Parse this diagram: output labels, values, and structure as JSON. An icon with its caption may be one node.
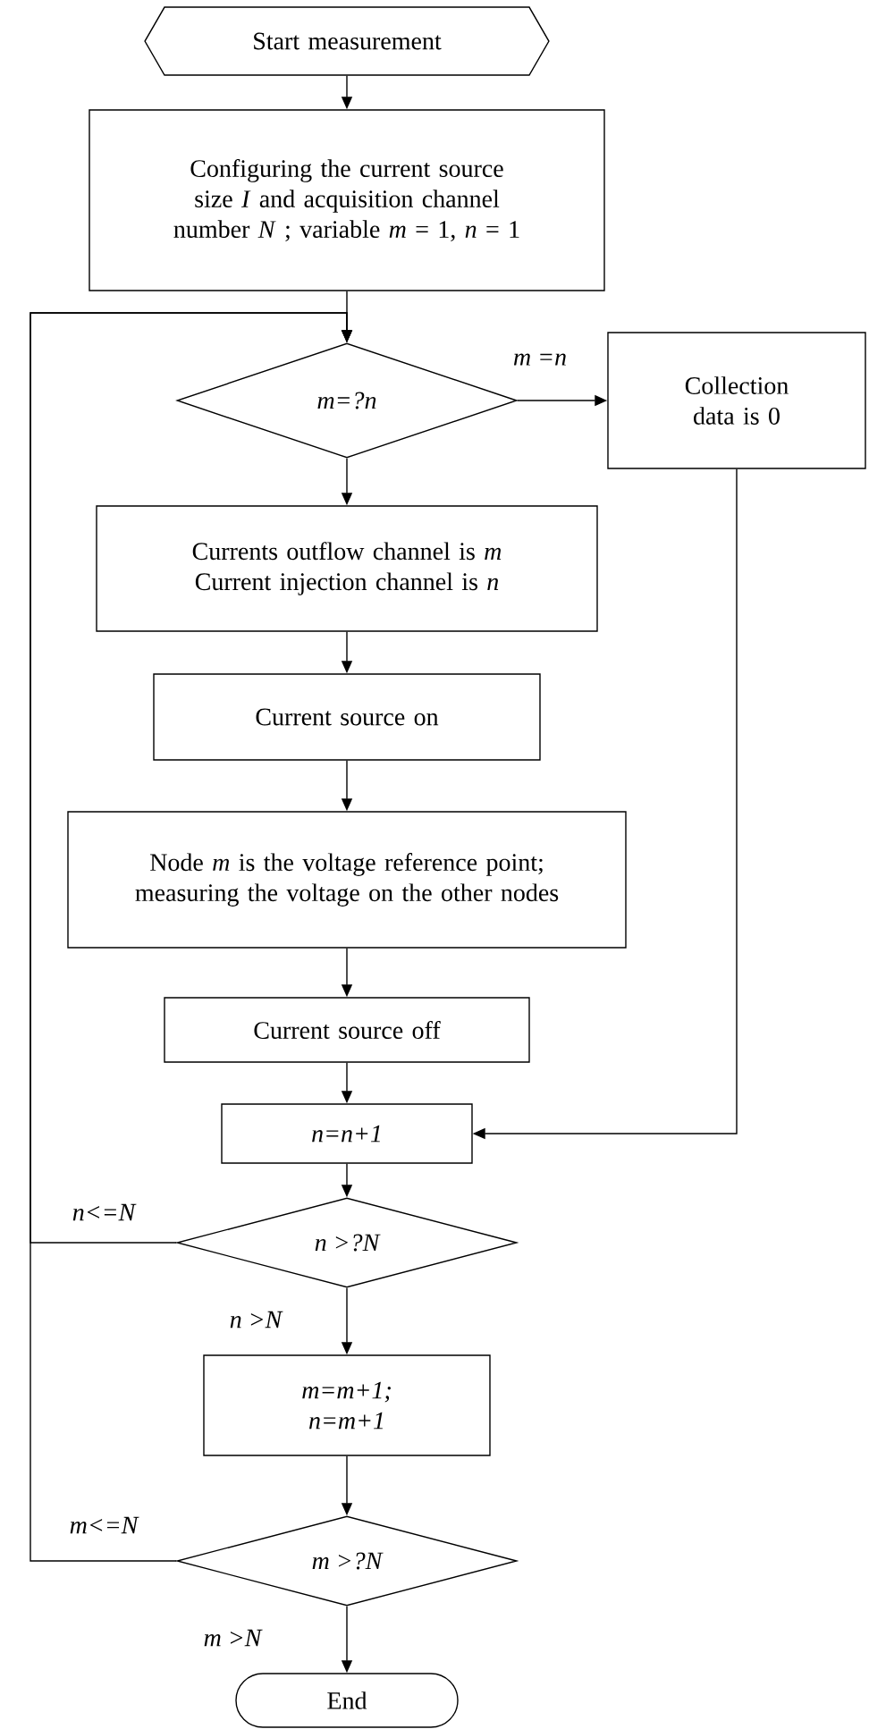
{
  "diagram": {
    "nodes": [
      {
        "text": [
          "Start measurement"
        ]
      },
      {
        "text": [
          "Configuring the current source size *I* and acquisition channel number *N* ; variable *m* = 1, *n* = 1"
        ]
      },
      {
        "text": [
          "m=?n"
        ]
      },
      {
        "text": [
          "Collection data is 0"
        ]
      },
      {
        "text": [
          "Currents outflow channel is *m* Current injection channel is *n*"
        ]
      },
      {
        "text": [
          "Current source on"
        ]
      },
      {
        "text": [
          "Node *m* is the voltage reference point; measuring the voltage on the other nodes"
        ]
      },
      {
        "text": [
          "Current source off"
        ]
      },
      {
        "text": [
          "n=n+1"
        ]
      },
      {
        "text": [
          "n >?N"
        ]
      },
      {
        "text": [
          "m=m+1; n=m+1"
        ]
      },
      {
        "text": [
          "m >?N"
        ]
      },
      {
        "text": [
          "End"
        ]
      }
    ],
    "edges": [
      {
        "from": 0,
        "to": 1,
        "arrow": "to"
      },
      {
        "from": 1,
        "to": 2,
        "arrow": "to"
      },
      {
        "from": 2,
        "to": 3,
        "arrow": "to",
        "label": "m =n"
      },
      {
        "from": 2,
        "to": 4,
        "arrow": "to"
      },
      {
        "from": 4,
        "to": 5,
        "arrow": "to"
      },
      {
        "from": 5,
        "to": 6,
        "arrow": "to"
      },
      {
        "from": 6,
        "to": 7,
        "arrow": "to"
      },
      {
        "from": 7,
        "to": 8,
        "arrow": "to"
      },
      {
        "from": 3,
        "to": 8,
        "arrow": "to"
      },
      {
        "from": 8,
        "to": 9,
        "arrow": "to"
      },
      {
        "from": 9,
        "to": 2,
        "arrow": "to",
        "label": "n<=N"
      },
      {
        "from": 9,
        "to": 10,
        "arrow": "to",
        "label": "n >N"
      },
      {
        "from": 10,
        "to": 11,
        "arrow": "to"
      },
      {
        "from": 11,
        "to": 2,
        "arrow": "to",
        "label": "m<=N"
      },
      {
        "from": 11,
        "to": 12,
        "arrow": "to",
        "label": "m >N"
      }
    ]
  }
}
